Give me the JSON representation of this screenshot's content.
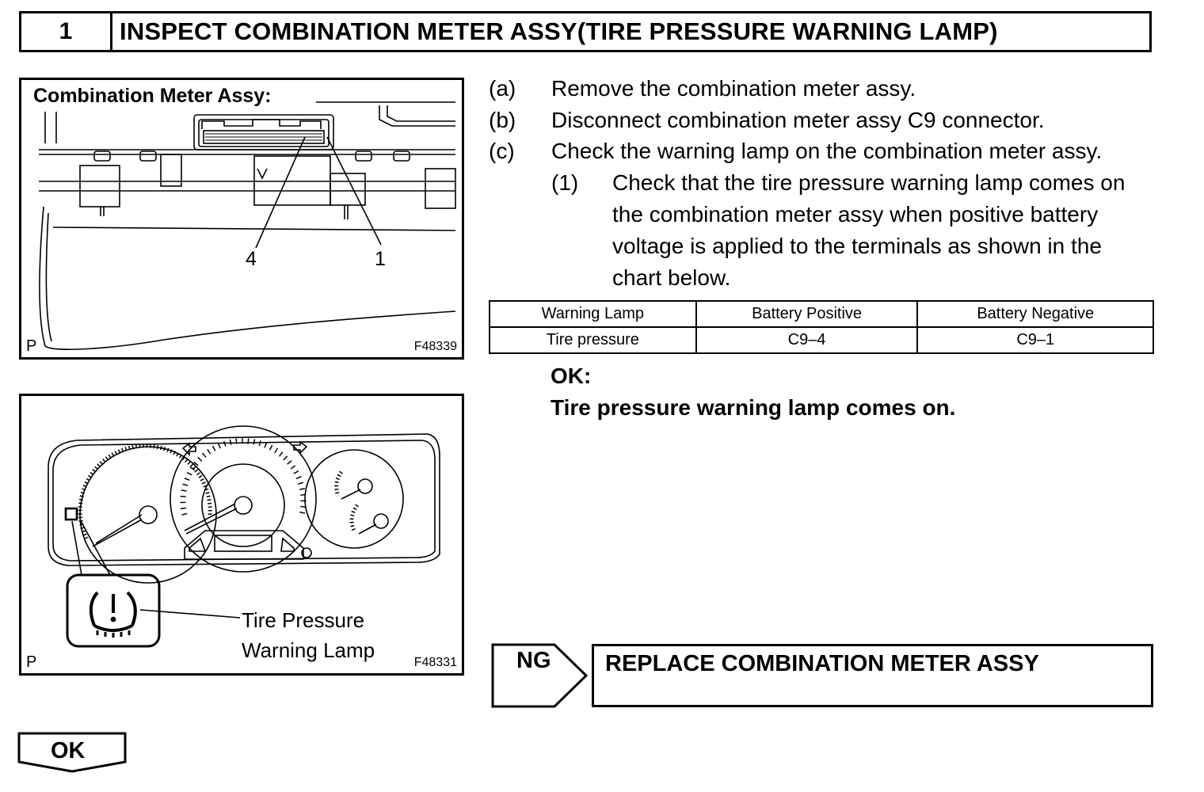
{
  "header": {
    "step_number": "1",
    "title": "INSPECT COMBINATION METER ASSY(TIRE PRESSURE WARNING LAMP)"
  },
  "figure_1": {
    "title": "Combination Meter Assy:",
    "callouts": [
      "4",
      "1"
    ],
    "corner_label": "P",
    "code": "F48339"
  },
  "figure_2": {
    "lamp_label_line1": "Tire Pressure",
    "lamp_label_line2": "Warning Lamp",
    "corner_label": "P",
    "code": "F48331",
    "icon": "tire-pressure-warning-icon"
  },
  "steps": [
    {
      "mark": "(a)",
      "text": "Remove the combination meter assy."
    },
    {
      "mark": "(b)",
      "text": "Disconnect combination meter assy C9 connector."
    },
    {
      "mark": "(c)",
      "text": "Check the warning lamp on the combination meter assy."
    }
  ],
  "substep": {
    "mark": "(1)",
    "lines": [
      "Check that the tire pressure warning lamp comes on",
      "the combination meter assy when positive battery",
      "voltage is applied to the terminals as shown in the",
      "chart below."
    ]
  },
  "table": {
    "headers": [
      "Warning Lamp",
      "Battery Positive",
      "Battery Negative"
    ],
    "rows": [
      [
        "Tire pressure",
        "C9–4",
        "C9–1"
      ]
    ]
  },
  "ok_result": {
    "label": "OK:",
    "text": "Tire pressure warning lamp comes on."
  },
  "ng_branch": {
    "label": "NG",
    "action": "REPLACE COMBINATION METER ASSY"
  },
  "ok_branch": {
    "label": "OK"
  }
}
